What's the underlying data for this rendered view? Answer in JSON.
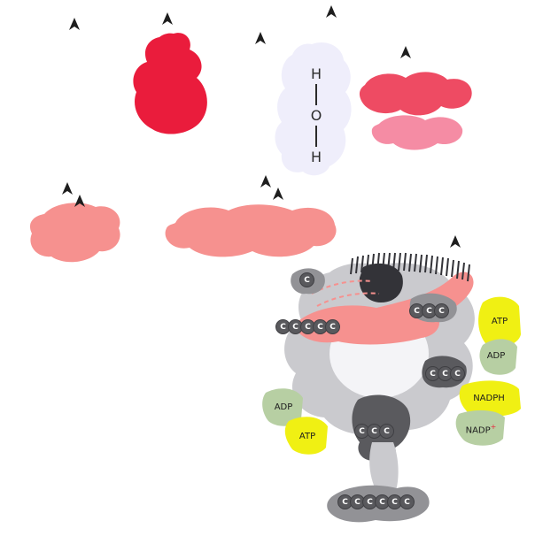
{
  "diagram": {
    "name": "photosynthesis-overview-diagram",
    "water_molecule": {
      "atom_top": "H",
      "atom_center": "O",
      "atom_bottom": "H"
    },
    "carbon_label": "C",
    "carbon_groups": [
      {
        "name": "single-carbon",
        "count": 1
      },
      {
        "name": "three-carbon-upper-right",
        "count": 3
      },
      {
        "name": "five-carbon-left",
        "count": 5
      },
      {
        "name": "three-carbon-mid-right",
        "count": 3
      },
      {
        "name": "three-carbon-bottom-center",
        "count": 3
      },
      {
        "name": "six-carbon-bottom",
        "count": 6
      }
    ],
    "molecule_labels": {
      "atp_right": "ATP",
      "adp_right": "ADP",
      "nadph": "NADPH",
      "nadp_base": "NADP",
      "nadp_plus": "+",
      "adp_left": "ADP",
      "atp_left": "ATP"
    },
    "colors": {
      "red": "#ea1c3c",
      "crimson": "#ee4b63",
      "pink": "#f58ca4",
      "salmon": "#f6918f",
      "lavender": "#efeefb",
      "light_gray": "#cacace",
      "inner_gray": "#f4f4f7",
      "mid_gray": "#929296",
      "dark_gray": "#5a5a5e",
      "near_black": "#333338",
      "yellow": "#f0f013",
      "green": "#b7cfa3",
      "arrow_black": "#1e1e1e"
    }
  }
}
